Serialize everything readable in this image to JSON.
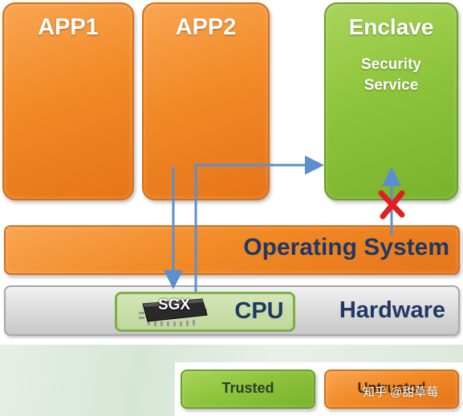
{
  "boxes": {
    "app1": "APP1",
    "app2": "APP2",
    "enclave": "Enclave",
    "enclave_sub": "Security\nService"
  },
  "layers": {
    "os": "Operating System",
    "hardware": "Hardware",
    "cpu": "CPU",
    "sgx": "SGX"
  },
  "legend": {
    "trusted": "Trusted",
    "untrusted": "Untrusted"
  },
  "watermark": "知乎 @甜草莓",
  "colors": {
    "trusted": "#8ec43b",
    "untrusted": "#f28a27",
    "arrow": "#5b8fd0",
    "blocked": "#e02020",
    "text_dark": "#1f3864"
  },
  "icons": {
    "blocked": "x-mark-icon",
    "chip": "chip-icon"
  }
}
